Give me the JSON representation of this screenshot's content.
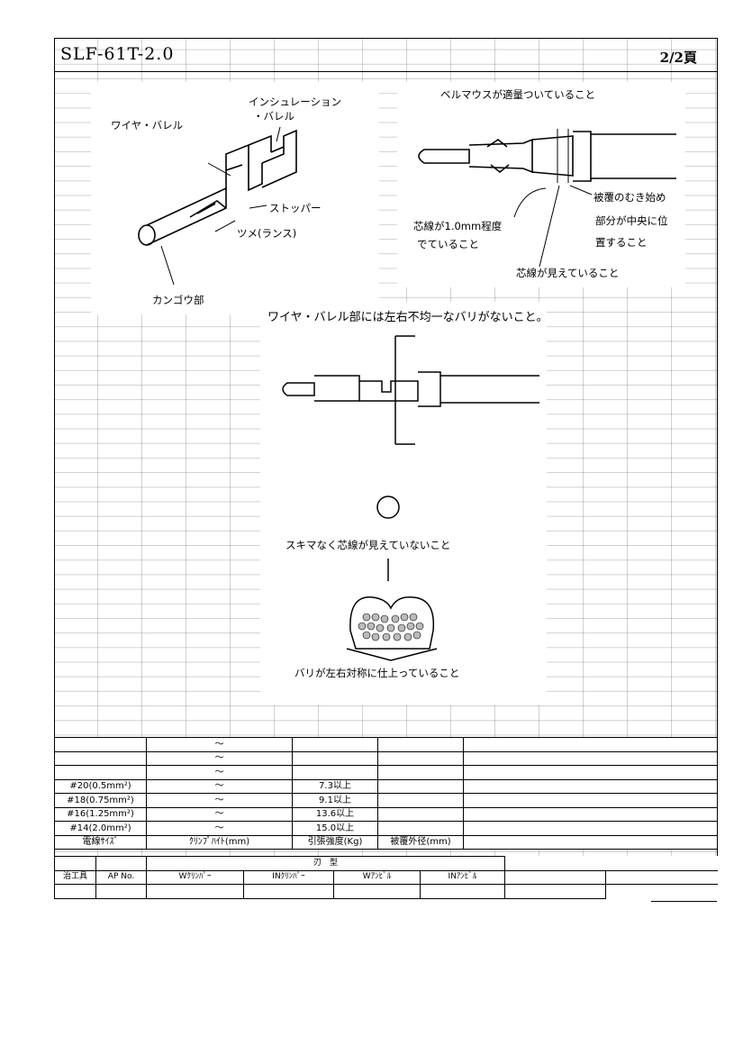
{
  "header": {
    "title": "SLF-61T-2.0",
    "page": "2/2頁"
  },
  "figure1": {
    "labels": {
      "insulation": "インシュレーション",
      "insulation2": "・バレル",
      "wire_barrel": "ワイヤ・バレル",
      "stopper": "ストッパー",
      "lance": "ツメ(ランス)",
      "contact": "カンゴウ部"
    }
  },
  "figure2": {
    "labels": {
      "bellmouth": "ベルマウスが適量ついていること",
      "core_protrude1": "芯線が1.0mm程度",
      "core_protrude2": "でていること",
      "core_visible": "芯線が見えていること",
      "strip1": "被覆のむき始め",
      "strip2": "部分が中央に位",
      "strip3": "置すること"
    }
  },
  "figure3": {
    "labels": {
      "burr": "ワイヤ・バレル部には左右不均一なバリがないこと。",
      "no_gap": "スキマなく芯線が見えていないこと",
      "symmetric": "バリが左右対称に仕上っていること"
    }
  },
  "spec_table": {
    "headers": [
      "電線ｻｲｽﾞ",
      "ｸﾘﾝﾌﾟﾊｲﾄ(mm)",
      "引張強度(Kg)",
      "被覆外径(mm)"
    ],
    "rows": [
      {
        "size": "",
        "crimp": "～",
        "tensile": ""
      },
      {
        "size": "",
        "crimp": "～",
        "tensile": ""
      },
      {
        "size": "",
        "crimp": "～",
        "tensile": ""
      },
      {
        "size": "#20(0.5mm²)",
        "crimp": "～",
        "tensile": "7.3以上"
      },
      {
        "size": "#18(0.75mm²)",
        "crimp": "～",
        "tensile": "9.1以上"
      },
      {
        "size": "#16(1.25mm²)",
        "crimp": "～",
        "tensile": "13.6以上"
      },
      {
        "size": "#14(2.0mm²)",
        "crimp": "～",
        "tensile": "15.0以上"
      }
    ]
  },
  "tool_table": {
    "blade_header": "刃　型",
    "jig": "治工具",
    "ap_no": "AP No.",
    "w_crimper": "Wｸﾘﾝﾊﾟｰ",
    "in_crimper": "INｸﾘﾝﾊﾟｰ",
    "w_anvil": "Wｱﾝﾋﾞﾙ",
    "in_anvil": "INｱﾝﾋﾞﾙ"
  }
}
